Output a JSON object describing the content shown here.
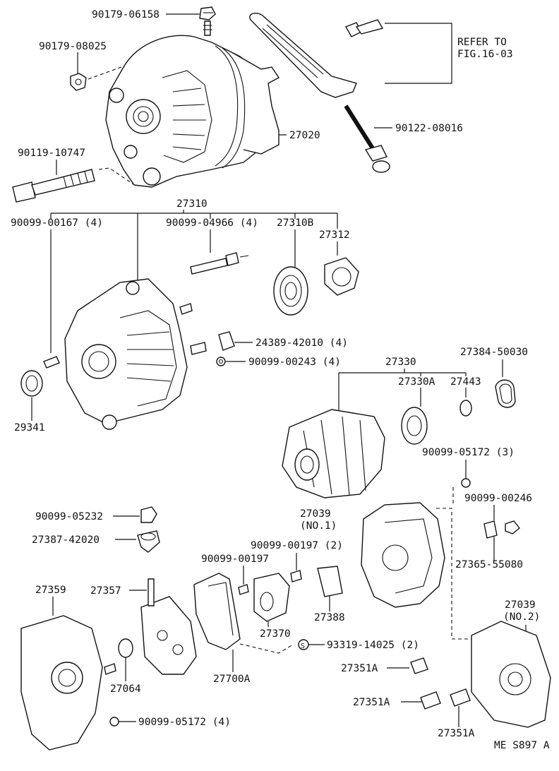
{
  "diagram_code": "ME S897 A",
  "refer_note": {
    "line1": "REFER TO",
    "line2": "FIG.16-03"
  },
  "labels": {
    "p90179_06158": "90179-06158",
    "p90179_08025": "90179-08025",
    "p90122_08016": "90122-08016",
    "p27020": "27020",
    "p90119_10747": "90119-10747",
    "p27310": "27310",
    "p90099_00167": "90099-00167 (4)",
    "p90099_04966": "90099-04966 (4)",
    "p27310B": "27310B",
    "p27312": "27312",
    "p24389_42010": "24389-42010 (4)",
    "p90099_00243": "90099-00243 (4)",
    "p29341": "29341",
    "p27330": "27330",
    "p27330A": "27330A",
    "p27443": "27443",
    "p27384_50030": "27384-50030",
    "p90099_05172_3": "90099-05172 (3)",
    "p90099_00246": "90099-00246",
    "p27039_1a": "27039",
    "p27039_1b": "(NO.1)",
    "p27365_55080": "27365-55080",
    "p90099_05232": "90099-05232",
    "p27387_42020": "27387-42020",
    "p90099_00197_2": "90099-00197 (2)",
    "p90099_00197": "90099-00197",
    "p27359": "27359",
    "p27357": "27357",
    "p27388": "27388",
    "p27370": "27370",
    "p27039_2a": "27039",
    "p27039_2b": "(NO.2)",
    "p93319_14025": "93319-14025 (2)",
    "p27064": "27064",
    "p27700A": "27700A",
    "p27351A_1": "27351A",
    "p27351A_2": "27351A",
    "p27351A_3": "27351A",
    "p90099_05172_4": "90099-05172 (4)"
  }
}
